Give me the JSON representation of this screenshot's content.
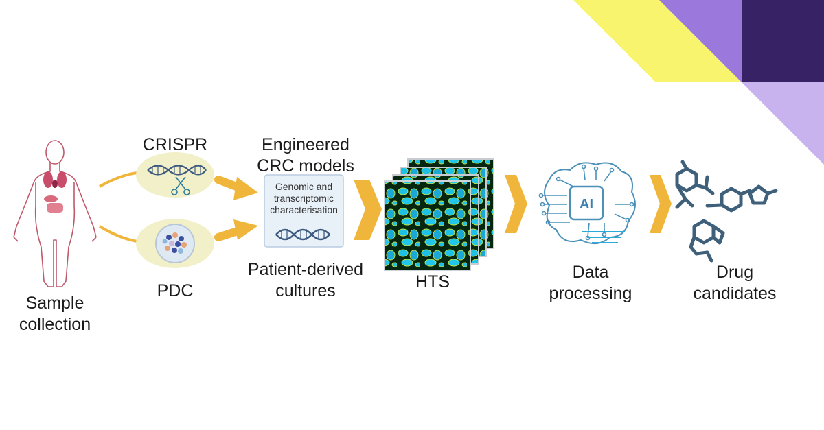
{
  "corner_colors": {
    "yellow": "#f8f46e",
    "violet": "#9b78dc",
    "deep_purple": "#372265",
    "lavender": "#c9b3ef"
  },
  "colors": {
    "arrow": "#f0b53b",
    "ellipse": "#f2f0c9",
    "molecule": "#3f607a",
    "dna": "#3d5a80",
    "cell": "#1ec0e6",
    "ai": "#4a90b8"
  },
  "steps": {
    "sample": {
      "line1": "Sample",
      "line2": "collection",
      "icon": "human-body-icon"
    },
    "crispr": {
      "label": "CRISPR",
      "icon": "dna-scissors-icon"
    },
    "pdc": {
      "label": "PDC",
      "icon": "petri-dish-icon"
    },
    "engineered": {
      "line1": "Engineered",
      "line2": "CRC models"
    },
    "characterisation": {
      "line1": "Genomic and",
      "line2": "transcriptomic",
      "line3": "characterisation",
      "icon": "dna-icon"
    },
    "patient": {
      "line1": "Patient-derived",
      "line2": "cultures"
    },
    "hts": {
      "label": "HTS",
      "icon": "microscopy-stack-icon"
    },
    "data": {
      "line1": "Data",
      "line2": "processing",
      "icon": "ai-brain-icon",
      "badge": "AI"
    },
    "drug": {
      "line1": "Drug",
      "line2": "candidates",
      "icon": "molecule-icon"
    }
  }
}
